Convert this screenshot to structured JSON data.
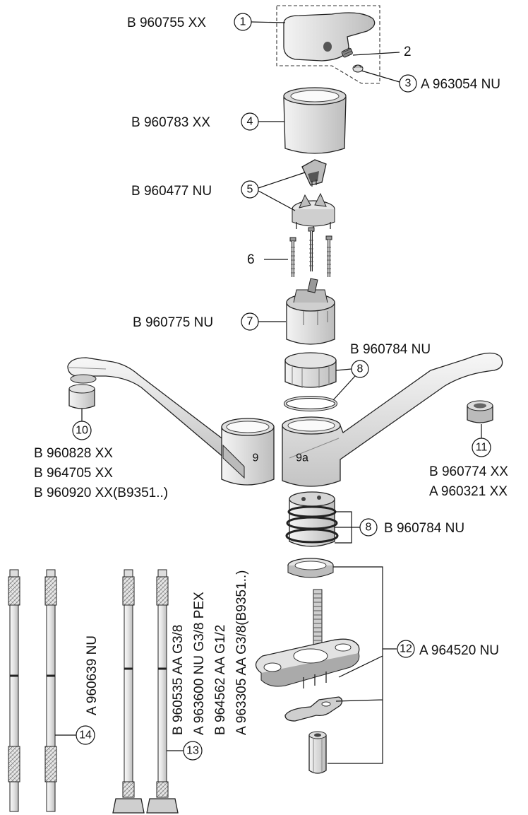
{
  "parts": {
    "p1": {
      "callout": "1",
      "code": "B 960755 XX"
    },
    "p2": {
      "callout": "2"
    },
    "p3": {
      "callout": "3",
      "code": "A 963054 NU"
    },
    "p4": {
      "callout": "4",
      "code": "B 960783 XX"
    },
    "p5": {
      "callout": "5",
      "code": "B 960477 NU"
    },
    "p6": {
      "callout": "6"
    },
    "p7": {
      "callout": "7",
      "code": "B 960775 NU"
    },
    "p8a": {
      "callout": "8",
      "code": "B 960784 NU"
    },
    "p8b": {
      "callout": "8",
      "code": "B 960784 NU"
    },
    "p9": {
      "callout": "9"
    },
    "p9a": {
      "callout": "9a"
    },
    "p10": {
      "callout": "10",
      "codes": [
        "B 960828 XX",
        "B 964705 XX",
        "B 960920 XX(B9351..)"
      ]
    },
    "p11": {
      "callout": "11",
      "codes": [
        "B 960774 XX",
        "A 960321 XX"
      ]
    },
    "p12": {
      "callout": "12",
      "code": "A 964520 NU"
    },
    "p13": {
      "callout": "13",
      "codes": [
        "B 960535 AA G3/8",
        "A 963600 NU G3/8 PEX",
        "B 964562 AA G1/2",
        "A 963305 AA G3/8(B9351..)"
      ]
    },
    "p14": {
      "callout": "14",
      "code": "A 960639 NU"
    }
  },
  "colors": {
    "line": "#111111",
    "chrome": "#e6e6e6",
    "shade": "#9a9a9a",
    "dark": "#555555"
  }
}
